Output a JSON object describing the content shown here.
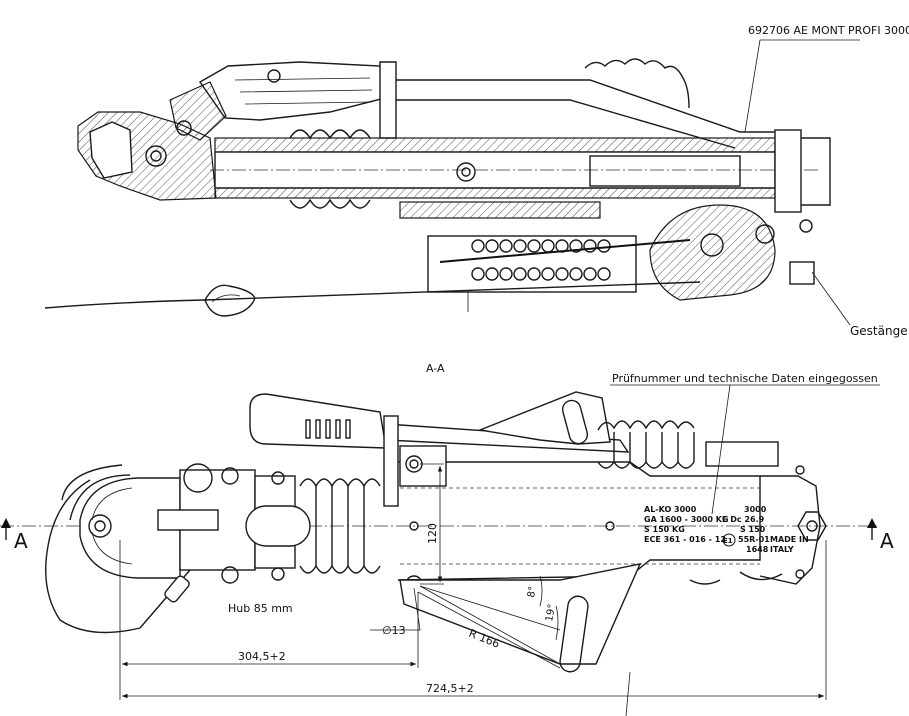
{
  "labels": {
    "part_number": "692706 AE MONT PROFI 3000",
    "linkage": "Gestänge",
    "section": "A-A",
    "section_mark": "A",
    "casting_note": "Prüfnummer und technische Daten eingegossen",
    "stroke": "Hub 85 mm"
  },
  "dimensions": {
    "hole_distance": "120",
    "angle_small": "8°",
    "angle_large": "19°",
    "diameter": "∅13",
    "radius": "R 166",
    "length_short": "304,5+2",
    "length_total": "724,5+2"
  },
  "plate": {
    "col1": [
      "AL-KO 3000",
      "GA 1600 - 3000 KG",
      "S 150 KG",
      "ECE 361 - 016 - 12"
    ],
    "col2": [
      "3000",
      "E Dc 26.9",
      "S 150",
      "55R-01",
      "1648"
    ],
    "approval_mark": "E1",
    "made_in": [
      "MADE IN",
      "ITALY"
    ]
  }
}
